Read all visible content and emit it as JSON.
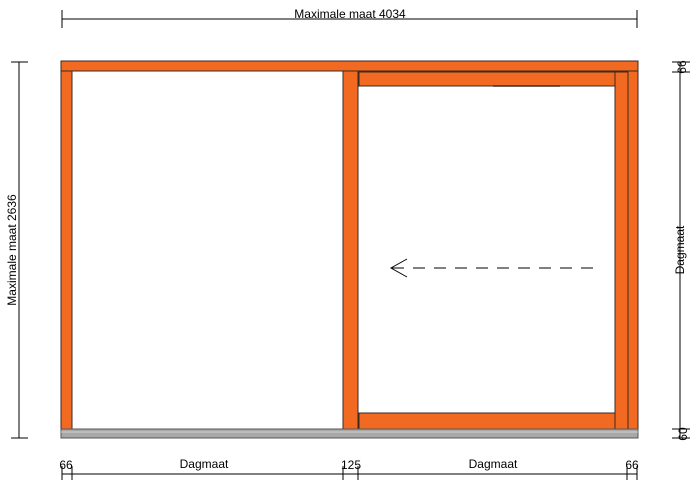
{
  "dimensions": {
    "top_label": "Maximale maat 4034",
    "left_label": "Maximale maat 2636",
    "right_top": "66",
    "right_middle": "Dagmaat",
    "right_bottom": "60",
    "bottom_left": "66",
    "bottom_dagmaat_left": "Dagmaat",
    "bottom_middle": "125",
    "bottom_dagmaat_right": "Dagmaat",
    "bottom_right": "66"
  },
  "colors": {
    "frame": "#f26a21",
    "frame_outline": "#3a2a20",
    "glass": "#ffffff",
    "sill": "#a8a8a8",
    "dimension_line": "#000000"
  },
  "icons": {
    "slide_direction": "arrow-left-icon"
  }
}
